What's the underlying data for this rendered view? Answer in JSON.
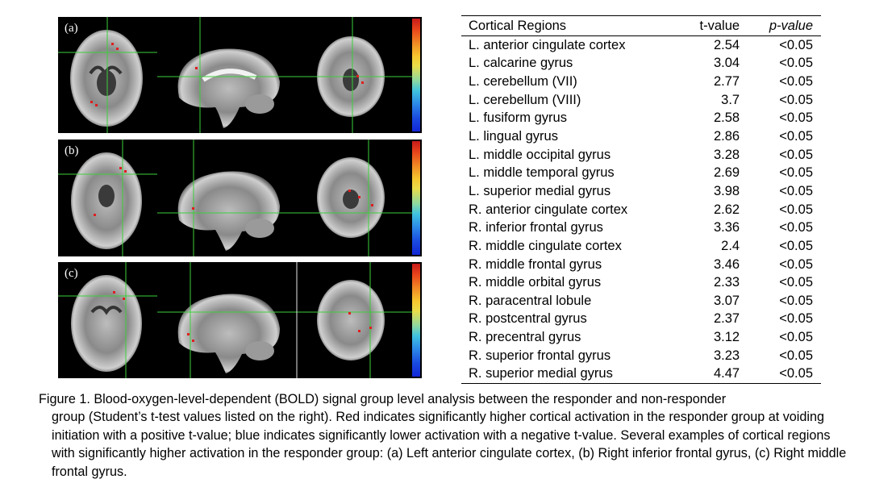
{
  "figure": {
    "panels": [
      {
        "label": "(a)"
      },
      {
        "label": "(b)"
      },
      {
        "label": "(c)"
      }
    ],
    "colors": {
      "crosshair": "#3ccf3c",
      "activation": "#e01e1e",
      "background": "#000000"
    }
  },
  "table": {
    "headers": {
      "region": "Cortical Regions",
      "t": "t-value",
      "p": "p-value"
    },
    "rows": [
      {
        "region": "L. anterior cingulate cortex",
        "t": "2.54",
        "p": "<0.05"
      },
      {
        "region": "L. calcarine gyrus",
        "t": "3.04",
        "p": "<0.05"
      },
      {
        "region": "L. cerebellum (VII)",
        "t": "2.77",
        "p": "<0.05"
      },
      {
        "region": "L. cerebellum (VIII)",
        "t": "3.7",
        "p": "<0.05"
      },
      {
        "region": "L. fusiform gyrus",
        "t": "2.58",
        "p": "<0.05"
      },
      {
        "region": "L. lingual gyrus",
        "t": "2.86",
        "p": "<0.05"
      },
      {
        "region": "L. middle occipital gyrus",
        "t": "3.28",
        "p": "<0.05"
      },
      {
        "region": "L. middle temporal gyrus",
        "t": "2.69",
        "p": "<0.05"
      },
      {
        "region": "L. superior medial gyrus",
        "t": "3.98",
        "p": "<0.05"
      },
      {
        "region": "R. anterior cingulate cortex",
        "t": "2.62",
        "p": "<0.05"
      },
      {
        "region": "R. inferior frontal gyrus",
        "t": "3.36",
        "p": "<0.05"
      },
      {
        "region": "R. middle cingulate cortex",
        "t": "2.4",
        "p": "<0.05"
      },
      {
        "region": "R. middle frontal gyrus",
        "t": "3.46",
        "p": "<0.05"
      },
      {
        "region": "R. middle orbital gyrus",
        "t": "2.33",
        "p": "<0.05"
      },
      {
        "region": "R. paracentral lobule",
        "t": "3.07",
        "p": "<0.05"
      },
      {
        "region": "R. postcentral gyrus",
        "t": "2.37",
        "p": "<0.05"
      },
      {
        "region": "R. precentral gyrus",
        "t": "3.12",
        "p": "<0.05"
      },
      {
        "region": "R. superior frontal gyrus",
        "t": "3.23",
        "p": "<0.05"
      },
      {
        "region": "R. superior medial gyrus",
        "t": "4.47",
        "p": "<0.05"
      }
    ]
  },
  "caption": {
    "first_line": "Figure 1. Blood-oxygen-level-dependent (BOLD) signal group level analysis between the responder and non-responder",
    "rest": "group (Student’s t-test values listed on the right). Red indicates significantly higher cortical activation in the responder group at voiding initiation with a positive t-value; blue indicates significantly lower activation with a negative t-value. Several examples of cortical regions with significantly higher activation in the responder group: (a) Left anterior cingulate cortex, (b) Right inferior frontal gyrus, (c) Right middle frontal gyrus."
  }
}
